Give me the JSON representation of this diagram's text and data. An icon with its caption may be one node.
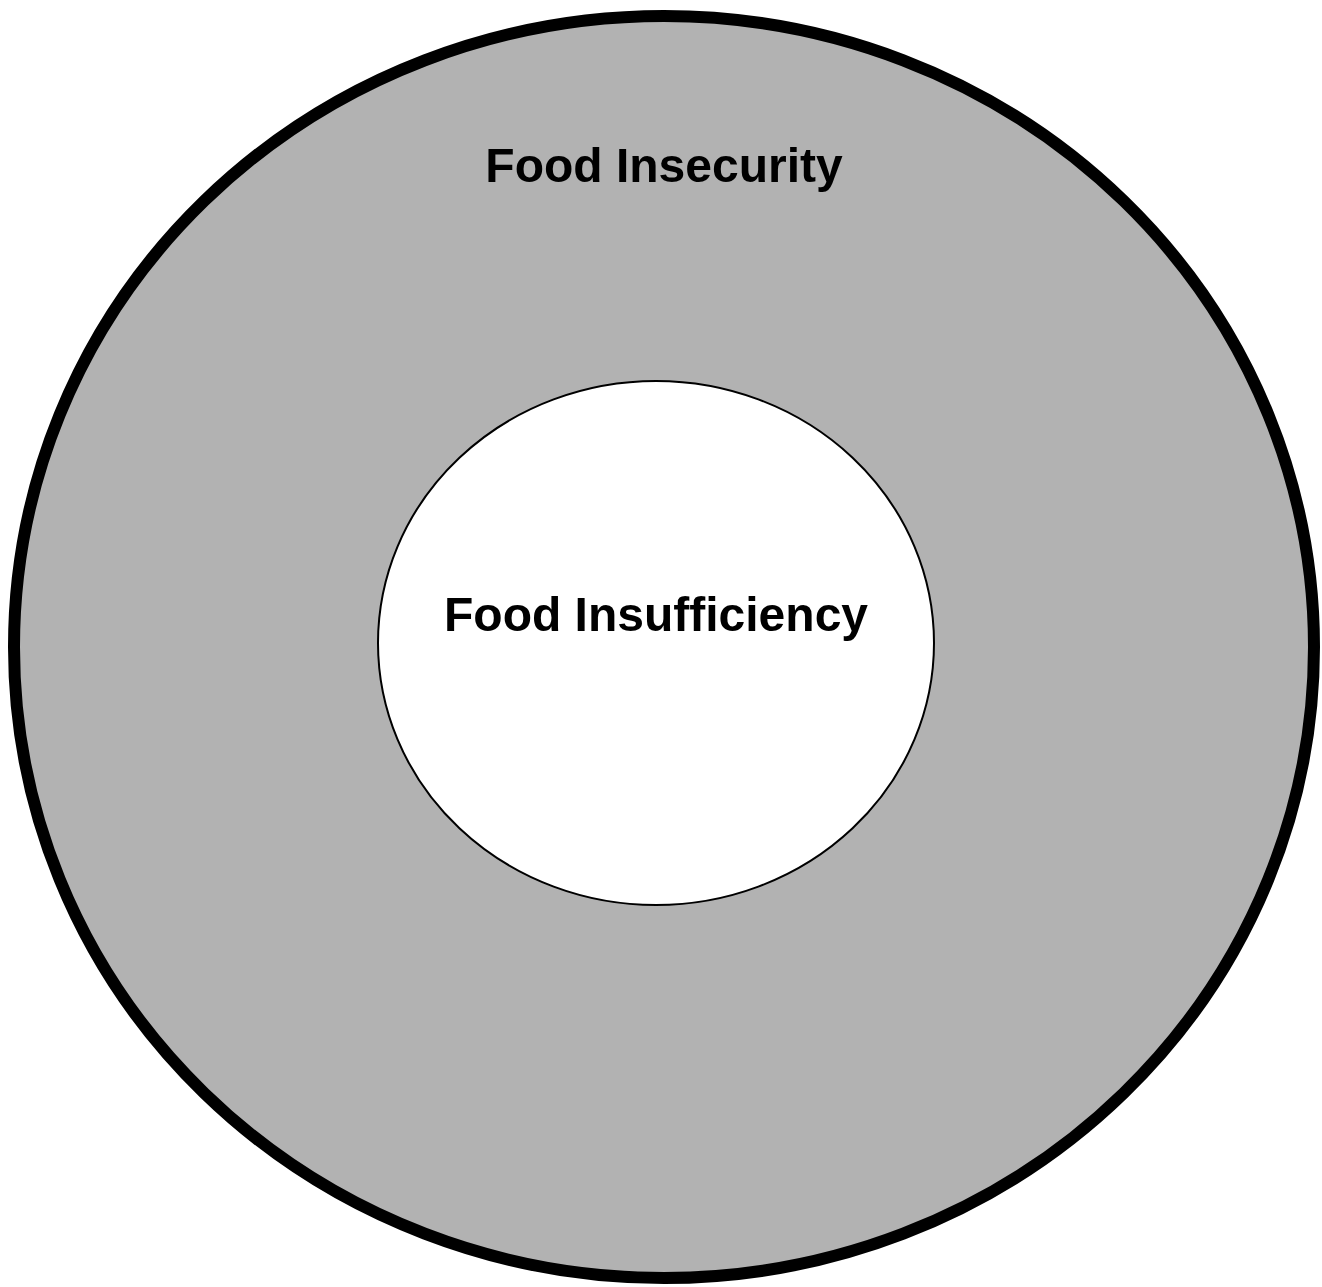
{
  "diagram": {
    "nodes": [
      {
        "text": [
          "Food Insecurity"
        ]
      },
      {
        "text": [
          "Food Insufficiency"
        ],
        "in": 0
      }
    ]
  }
}
